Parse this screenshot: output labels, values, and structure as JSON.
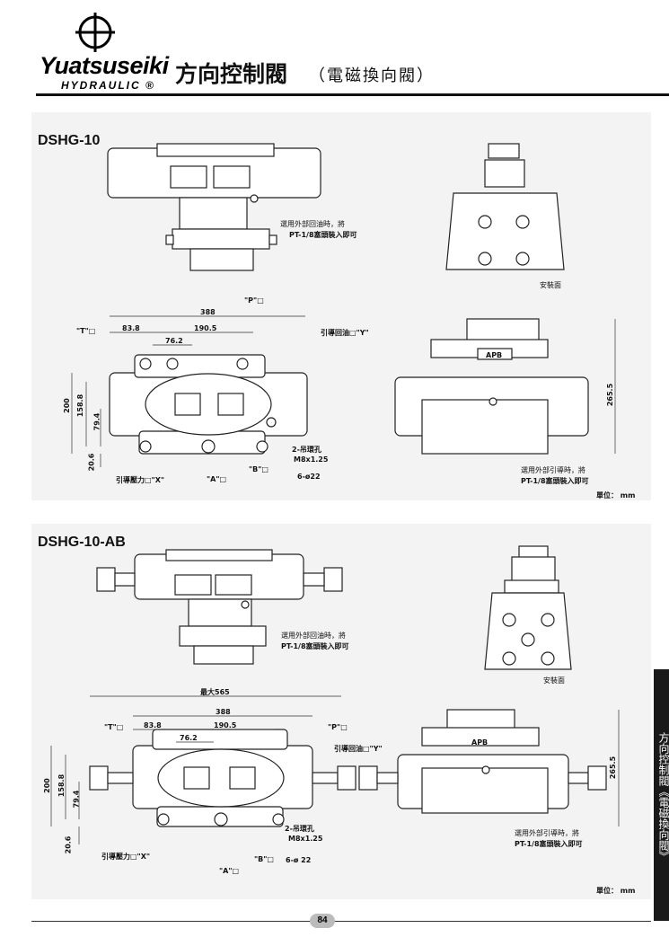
{
  "header": {
    "brand_name": "Yuatsuseiki",
    "brand_sub": "HYDRAULIC ®",
    "title_main": "方向控制閥",
    "title_sub": "（電磁換向閥）"
  },
  "sections": [
    {
      "model": "DSHG-10",
      "top_note_1": "選用外部回油時，將",
      "top_note_2": "PT-1/8塞頭裝入即可",
      "mount_face": "安裝面",
      "dim_388": "388",
      "dim_83_8": "83.8",
      "dim_190_5": "190.5",
      "dim_76_2": "76.2",
      "dim_200": "200",
      "dim_158_8": "158.8",
      "dim_79_4": "79.4",
      "dim_20_6": "20.6",
      "dim_265_5": "265.5",
      "label_T": "\"T\"□",
      "label_P": "\"P\"□",
      "label_Y": "引導回油□\"Y\"",
      "label_X": "引導壓力□\"X\"",
      "label_A": "\"A\"□",
      "label_B": "\"B\"□",
      "label_lift": "2-吊環孔",
      "label_m8": "M8x1.25",
      "label_6phi": "6-ø22",
      "pilot_note_1": "選用外部引導時，將",
      "pilot_note_2": "PT-1/8塞頭裝入即可",
      "unit": "單位： mm",
      "apb": "APB"
    },
    {
      "model": "DSHG-10-AB",
      "top_note_1": "選用外部回油時，將",
      "top_note_2": "PT-1/8塞頭裝入即可",
      "mount_face": "安裝面",
      "dim_max565": "最大565",
      "dim_388": "388",
      "dim_83_8": "83.8",
      "dim_190_5": "190.5",
      "dim_76_2": "76.2",
      "dim_200": "200",
      "dim_158_8": "158.8",
      "dim_79_4": "79.4",
      "dim_20_6": "20.6",
      "dim_265_5": "265.5",
      "label_T": "\"T\"□",
      "label_P": "\"P\"□",
      "label_Y": "引導回油□\"Y\"",
      "label_X": "引導壓力□\"X\"",
      "label_A": "\"A\"□",
      "label_B": "\"B\"□",
      "label_lift": "2-吊環孔",
      "label_m8": "M8x1.25",
      "label_6phi": "6-ø 22",
      "pilot_note_1": "選用外部引導時，將",
      "pilot_note_2": "PT-1/8塞頭裝入即可",
      "unit": "單位： mm",
      "apb": "APB"
    }
  ],
  "side_tab": "方向控制閥《電磁換向閥》",
  "page_number": "84"
}
